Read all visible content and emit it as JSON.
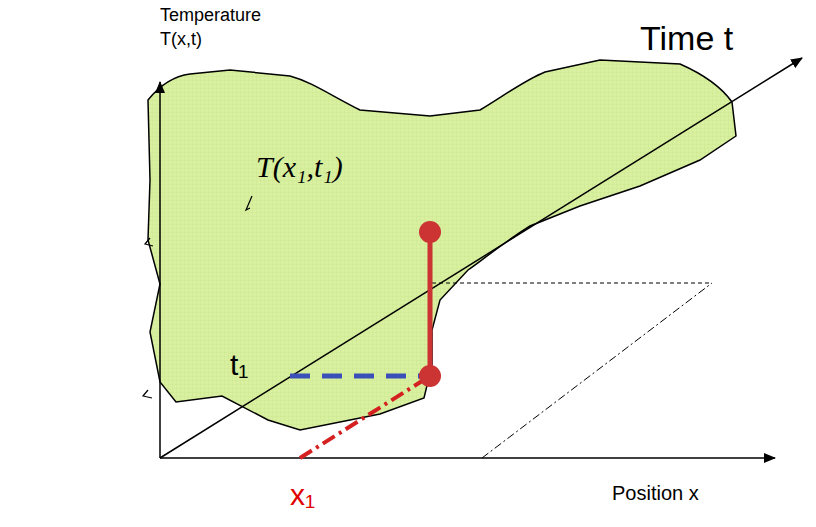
{
  "diagram": {
    "labels": [
      "Temperature",
      "T(x,t)",
      "Time t",
      "T(x₁,t₁)",
      "t₁",
      "x₁",
      "Position x"
    ]
  }
}
